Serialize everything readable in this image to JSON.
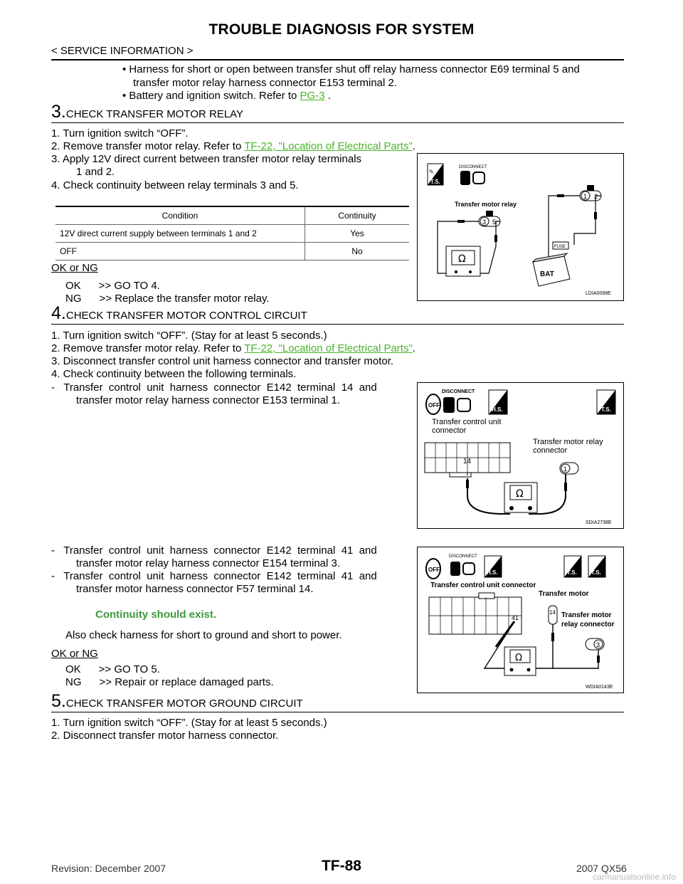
{
  "header": {
    "title": "TROUBLE DIAGNOSIS FOR SYSTEM",
    "section": "< SERVICE INFORMATION >"
  },
  "intro_bullets": [
    "•  Harness for short or open between transfer shut off relay harness connector E69 terminal 5  and",
    "transfer motor relay harness connector E153 terminal 2.",
    "•  Battery and ignition switch. Refer to "
  ],
  "intro_link": "PG-3",
  "intro_link_tail": " .",
  "step3": {
    "num": "3.",
    "title": "CHECK TRANSFER MOTOR RELAY",
    "items": [
      "1.  Turn ignition switch “OFF”.",
      "2.  Remove transfer motor relay. Refer to ",
      "3.  Apply 12V direct current between transfer motor relay terminals",
      "1 and 2.",
      "4.  Check continuity between relay terminals 3 and 5."
    ],
    "link": "TF-22, \"Location of Electrical Parts\"",
    "link_tail": ".",
    "table": {
      "headers": [
        "Condition",
        "Continuity"
      ],
      "rows": [
        [
          "12V direct current supply between terminals 1 and 2",
          "Yes"
        ],
        [
          "OFF",
          "No"
        ]
      ]
    },
    "okng": "OK or NG",
    "ok": "OK      >> GO TO 4.",
    "ng": "NG      >> Replace the transfer motor relay.",
    "figure": {
      "code": "LDIA0098E",
      "label_disconnect": "DISCONNECT",
      "label_ts": "T.S.",
      "label_relay": "Transfer motor relay",
      "label_fuse": "FUSE",
      "label_bat": "BAT",
      "t1": "1",
      "t2": "2",
      "t3": "3",
      "t5": "5",
      "ohm": "Ω"
    }
  },
  "step4": {
    "num": "4.",
    "title": "CHECK TRANSFER MOTOR CONTROL CIRCUIT",
    "items": [
      "1.  Turn ignition switch “OFF”. (Stay for at least 5 seconds.)",
      "2.  Remove transfer motor relay. Refer to ",
      "3.  Disconnect transfer control unit harness connector and transfer motor.",
      "4.  Check continuity between the following terminals.",
      "-   Transfer  control  unit  harness  connector  E142  terminal  14  and",
      "transfer motor relay harness connector E153 terminal 1.",
      "-   Transfer  control  unit  harness  connector  E142  terminal  41  and",
      "transfer motor relay harness connector E154 terminal 3.",
      "-   Transfer  control  unit  harness  connector  E142  terminal  41  and",
      "transfer motor harness connector F57 terminal 14."
    ],
    "link": "TF-22, \"Location of Electrical Parts\"",
    "link_tail": ".",
    "spec": "Continuity should exist.",
    "also": "Also check harness for short to ground and short to power.",
    "okng": "OK or NG",
    "ok": "OK      >> GO TO 5.",
    "ng": "NG      >> Repair or replace damaged parts.",
    "figure1": {
      "code": "SDIA2738E",
      "label_disconnect": "DISCONNECT",
      "label_off": "OFF",
      "label_hs": "H.S.",
      "label_ts": "T.S.",
      "label_tcu": "Transfer control unit",
      "label_tcu2": "connector",
      "label_relay": "Transfer motor relay",
      "label_relay2": "connector",
      "t14": "14",
      "t1": "1",
      "ohm": "Ω"
    },
    "figure2": {
      "code": "WDIA0143E",
      "label_disconnect": "DISCONNECT",
      "label_off": "OFF",
      "label_hs": "H.S.",
      "label_ts": "T.S.",
      "label_tcu": "Transfer control unit connector",
      "label_motor": "Transfer motor",
      "label_relay": "Transfer motor",
      "label_relay2": "relay connector",
      "t41": "41",
      "t14": "14",
      "t3": "3",
      "ohm": "Ω"
    }
  },
  "step5": {
    "num": "5.",
    "title": "CHECK TRANSFER MOTOR GROUND CIRCUIT",
    "items": [
      "1.  Turn ignition switch “OFF”. (Stay for at least 5 seconds.)",
      "2.  Disconnect transfer motor harness connector."
    ]
  },
  "footer": {
    "revision": "Revision: December 2007",
    "page": "TF-88",
    "model": "2007 QX56",
    "watermark": "carmanualsonline.info"
  }
}
